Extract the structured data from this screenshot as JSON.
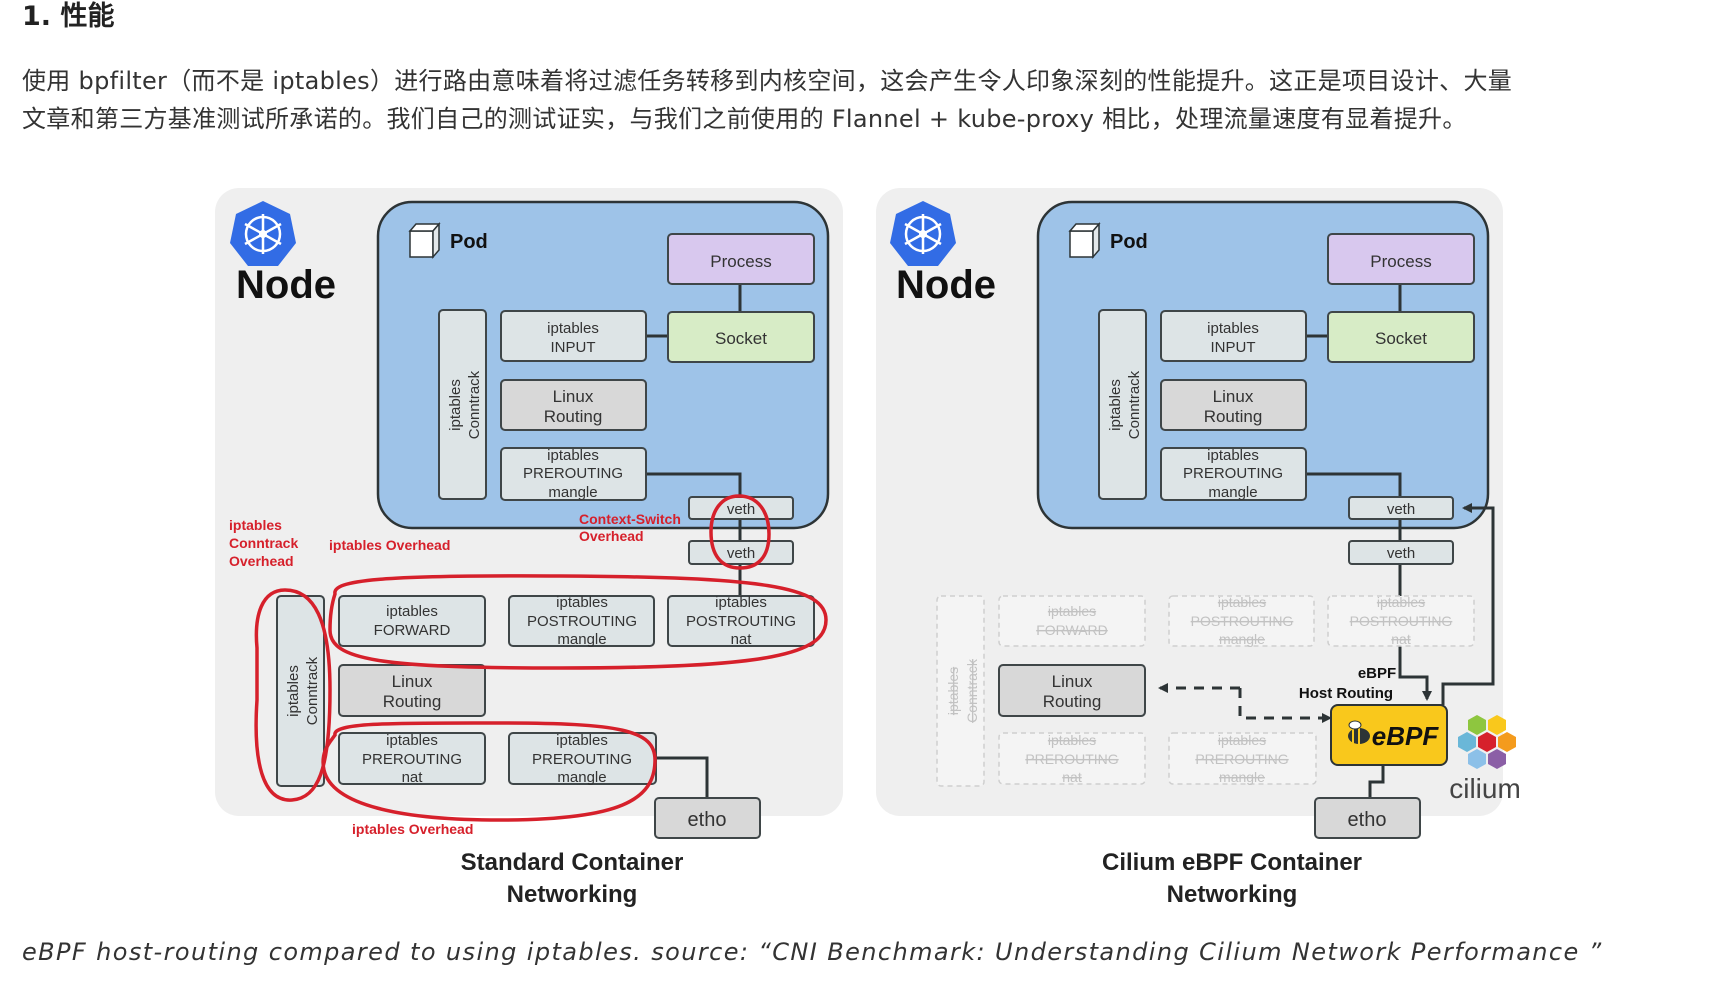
{
  "heading": "1. 性能",
  "paragraph": {
    "line1": "使用 bpfilter（而不是 iptables）进行路由意味着将过滤任务转移到内核空间，这会产生令人印象深刻的性能提升。这正是项目设计、大量",
    "line2": "文章和第三方基准测试所承诺的。我们自己的测试证实，与我们之前使用的 Flannel + kube-proxy 相比，处理流量速度有显着提升。"
  },
  "caption": "eBPF host-routing compared to using iptables. source: “CNI Benchmark: Understanding Cilium Network Performance ”",
  "colors": {
    "panel_bg": "#efefef",
    "pod_blue": "#9ec3e8",
    "process_purple": "#d8c8ee",
    "socket_green": "#d7ecc6",
    "iptables_box": "#dde4e6",
    "routing_box": "#d8d8d8",
    "ebpf_yellow": "#f9c81c",
    "annotation_red": "#d6202b",
    "k8s_blue": "#326ce5"
  },
  "left_panel": {
    "node_label": "Node",
    "pod_label": "Pod",
    "k8s_icon": "kubernetes-wheel-icon",
    "pod_icon": "cube-icon",
    "process": "Process",
    "socket": "Socket",
    "ipt_input": [
      "iptables",
      "INPUT"
    ],
    "linux_routing_pod": [
      "Linux",
      "Routing"
    ],
    "ipt_prerouting_mangle_pod": [
      "iptables",
      "PREROUTING",
      "mangle"
    ],
    "conntrack_pod": [
      "iptables",
      "Conntrack"
    ],
    "veth_pod": "veth",
    "veth_host": "veth",
    "ipt_forward": [
      "iptables",
      "FORWARD"
    ],
    "ipt_postrouting_mangle": [
      "iptables",
      "POSTROUTING",
      "mangle"
    ],
    "ipt_postrouting_nat": [
      "iptables",
      "POSTROUTING",
      "nat"
    ],
    "linux_routing_host": [
      "Linux",
      "Routing"
    ],
    "ipt_prerouting_nat": [
      "iptables",
      "PREROUTING",
      "nat"
    ],
    "ipt_prerouting_mangle_host": [
      "iptables",
      "PREROUTING",
      "mangle"
    ],
    "conntrack_host": [
      "iptables",
      "Conntrack"
    ],
    "eth": "etho",
    "annot_conntrack": [
      "iptables",
      "Conntrack",
      "Overhead"
    ],
    "annot_overhead_top": "iptables Overhead",
    "annot_context": [
      "Context-Switch",
      "Overhead"
    ],
    "annot_overhead_bottom": "iptables Overhead",
    "title": [
      "Standard Container",
      "Networking"
    ]
  },
  "right_panel": {
    "node_label": "Node",
    "pod_label": "Pod",
    "k8s_icon": "kubernetes-wheel-icon",
    "pod_icon": "cube-icon",
    "process": "Process",
    "socket": "Socket",
    "ipt_input": [
      "iptables",
      "INPUT"
    ],
    "linux_routing_pod": [
      "Linux",
      "Routing"
    ],
    "ipt_prerouting_mangle_pod": [
      "iptables",
      "PREROUTING",
      "mangle"
    ],
    "conntrack_pod": [
      "iptables",
      "Conntrack"
    ],
    "veth_pod": "veth",
    "veth_host": "veth",
    "ghost_forward": [
      "iptables",
      "FORWARD"
    ],
    "ghost_postrouting_mangle": [
      "iptables",
      "POSTROUTING",
      "mangle"
    ],
    "ghost_postrouting_nat": [
      "iptables",
      "POSTROUTING",
      "nat"
    ],
    "ghost_conntrack": [
      "iptables",
      "Conntrack"
    ],
    "ghost_prerouting_nat": [
      "iptables",
      "PREROUTING",
      "nat"
    ],
    "ghost_prerouting_mangle": [
      "iptables",
      "PREROUTING",
      "mangle"
    ],
    "linux_routing_host": [
      "Linux",
      "Routing"
    ],
    "ebpf_host_routing": [
      "eBPF",
      "Host Routing"
    ],
    "ebpf_logo": "eBPF",
    "bee_icon": "bee-icon",
    "cilium_icon": "cilium-hexagon-icon",
    "cilium_label": "cilium",
    "eth": "etho",
    "title": [
      "Cilium eBPF Container",
      "Networking"
    ]
  }
}
